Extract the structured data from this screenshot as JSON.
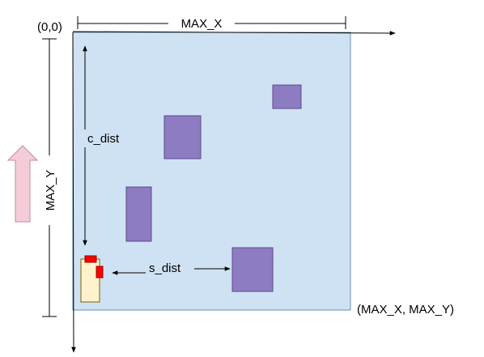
{
  "labels": {
    "origin": "(0,0)",
    "max_x": "MAX_X",
    "max_y": "MAX_Y",
    "c_dist": "c_dist",
    "s_dist": "s_dist",
    "corner": "(MAX_X, MAX_Y)"
  },
  "colors": {
    "field_fill": "#cfe2f3",
    "field_stroke": "#6f8fa8",
    "obstacle_fill": "#8e7cc3",
    "obstacle_stroke": "#5b4a8a",
    "robot_body": "#fff2cc",
    "robot_sensor": "#ff0000",
    "up_arrow_fill": "#f4ccd8",
    "up_arrow_stroke": "#c48a9c",
    "line": "#000000"
  }
}
